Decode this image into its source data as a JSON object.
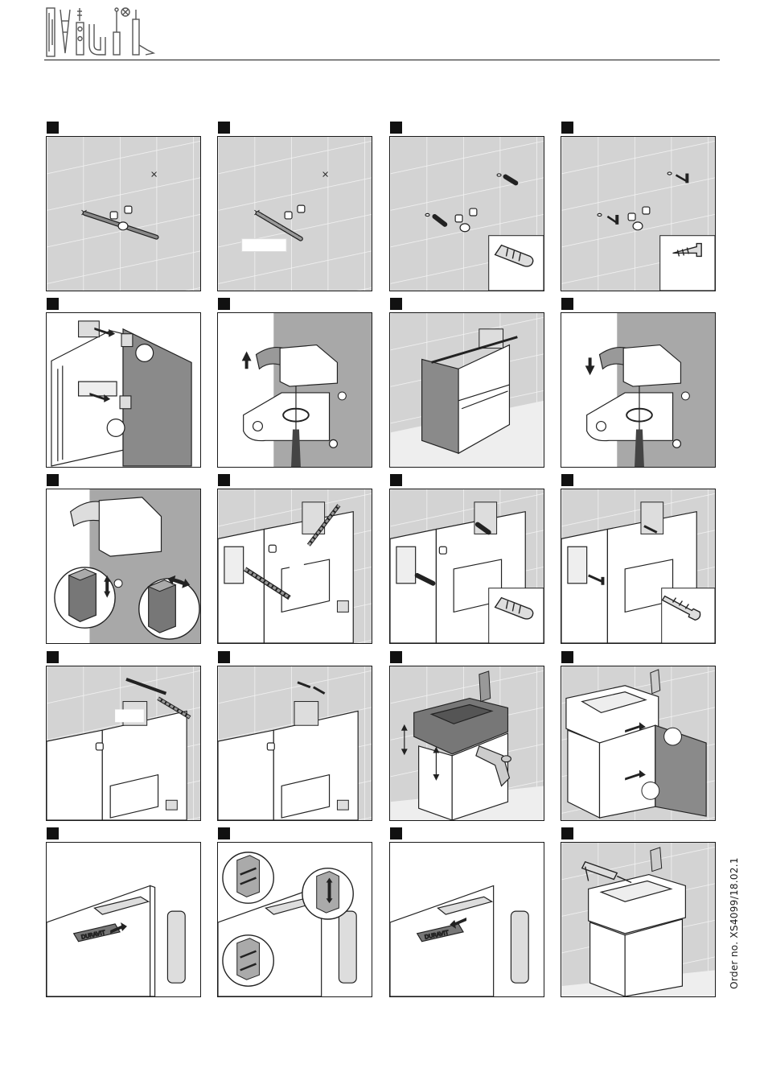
{
  "document": {
    "order_number": "Order no. XS4099/18.02.1",
    "logo_brand_text": "DURAVIT"
  },
  "header": {
    "tools": [
      "level-icon",
      "drill-icon",
      "pipe-wrench-icon",
      "screwdriver-icon",
      "silicone-gun-icon"
    ]
  },
  "colors": {
    "ink": "#1a1a1a",
    "wall_grey": "#cfcfcf",
    "panel_grey": "#8a8a8a",
    "light_grey": "#e6e6e6"
  },
  "steps": [
    {
      "id": 1,
      "scene": "mark-drill-holes"
    },
    {
      "id": 2,
      "scene": "drill-holes"
    },
    {
      "id": 3,
      "scene": "insert-dowels"
    },
    {
      "id": 4,
      "scene": "insert-screws"
    },
    {
      "id": 5,
      "scene": "attach-door-hinges"
    },
    {
      "id": 6,
      "scene": "unlock-wall-bracket"
    },
    {
      "id": 7,
      "scene": "cabinet-frame"
    },
    {
      "id": 8,
      "scene": "lock-wall-bracket"
    },
    {
      "id": 9,
      "scene": "bracket-adjustment"
    },
    {
      "id": 10,
      "scene": "drill-through-cabinet"
    },
    {
      "id": 11,
      "scene": "dowels-in-cabinet"
    },
    {
      "id": 12,
      "scene": "screw-cabinet-to-wall"
    },
    {
      "id": 13,
      "scene": "drill-top-holes"
    },
    {
      "id": 14,
      "scene": "top-screws"
    },
    {
      "id": 15,
      "scene": "mount-basin-and-siphon"
    },
    {
      "id": 16,
      "scene": "attach-door"
    },
    {
      "id": 17,
      "scene": "remove-hinge-cover"
    },
    {
      "id": 18,
      "scene": "hinge-adjustment"
    },
    {
      "id": 19,
      "scene": "refit-hinge-cover"
    },
    {
      "id": 20,
      "scene": "silicone-seal"
    }
  ]
}
